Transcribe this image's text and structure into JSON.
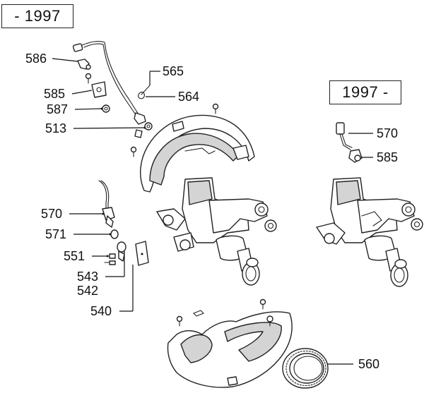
{
  "range_boxes": {
    "before_1997": "- 1997",
    "from_1997": "1997 -"
  },
  "callouts": {
    "c586": "586",
    "c585_left": "585",
    "c587": "587",
    "c513": "513",
    "c565": "565",
    "c564": "564",
    "c570_left": "570",
    "c571": "571",
    "c551": "551",
    "c543": "543",
    "c542": "542",
    "c540": "540",
    "c570_right": "570",
    "c585_right": "585",
    "c560": "560"
  }
}
